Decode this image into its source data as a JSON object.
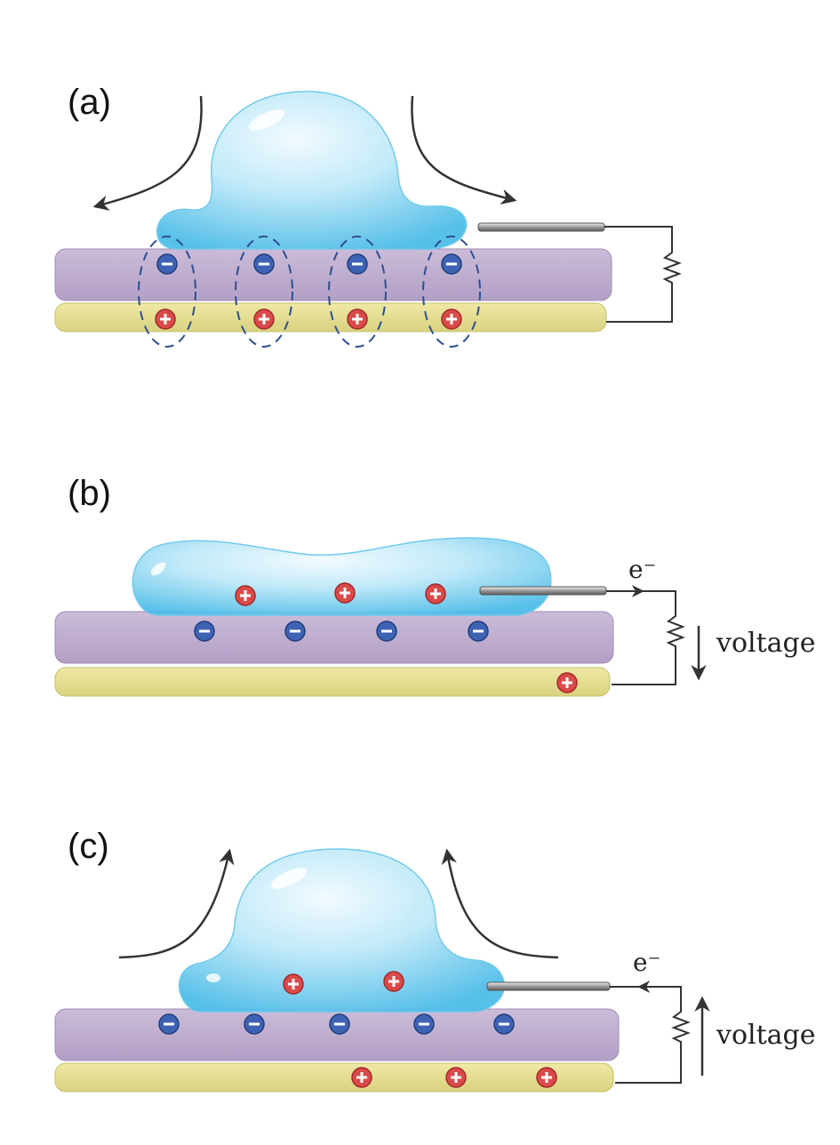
{
  "colors": {
    "droplet": "#7fd3f0",
    "droplet_edge": "#3fb6e3",
    "dielectric": "#c1afd0",
    "electrode": "#e6df94",
    "negative_charge": "#3f63b4",
    "positive_charge": "#db4a4a",
    "wire": "#333333",
    "arrow": "#333333"
  },
  "panels": [
    {
      "label": "(a)",
      "charges": {
        "dielectric_negative": 4,
        "electrode_positive": 4,
        "droplet_positive": 0
      },
      "current_label": "",
      "voltage_label": ""
    },
    {
      "label": "(b)",
      "charges": {
        "dielectric_negative": 4,
        "electrode_positive": 1,
        "droplet_positive": 3
      },
      "current_label": "e⁻",
      "voltage_label": "voltage",
      "voltage_direction": "down"
    },
    {
      "label": "(c)",
      "charges": {
        "dielectric_negative": 5,
        "electrode_positive": 3,
        "droplet_positive": 2
      },
      "current_label": "e⁻",
      "voltage_label": "voltage",
      "voltage_direction": "up"
    }
  ],
  "icons": {
    "negative": "minus-charge-icon",
    "positive": "plus-charge-icon",
    "resistor": "resistor-icon",
    "arrow": "flow-arrow-icon"
  }
}
